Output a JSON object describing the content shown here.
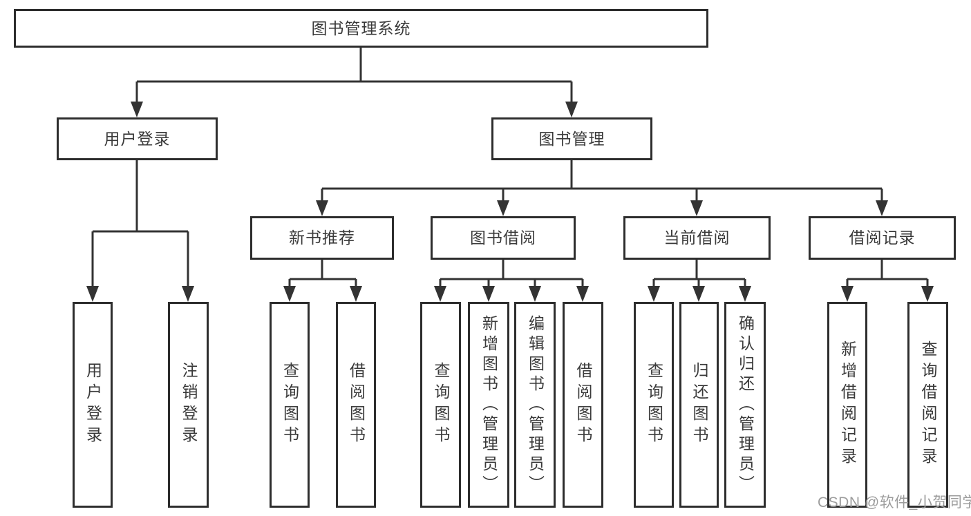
{
  "diagram": {
    "root": {
      "label": "图书管理系统"
    },
    "level2": [
      {
        "label": "用户登录"
      },
      {
        "label": "图书管理"
      }
    ],
    "level3": [
      {
        "label": "新书推荐"
      },
      {
        "label": "图书借阅"
      },
      {
        "label": "当前借阅"
      },
      {
        "label": "借阅记录"
      }
    ],
    "leaves": [
      {
        "label": "用户登录"
      },
      {
        "label": "注销登录"
      },
      {
        "label": "查询图书"
      },
      {
        "label": "借阅图书"
      },
      {
        "label": "查询图书"
      },
      {
        "label": "新增图书（管理员）"
      },
      {
        "label": "编辑图书（管理员）"
      },
      {
        "label": "借阅图书"
      },
      {
        "label": "查询图书"
      },
      {
        "label": "归还图书"
      },
      {
        "label": "确认归还（管理员）"
      },
      {
        "label": "新增借阅记录"
      },
      {
        "label": "查询借阅记录"
      }
    ]
  },
  "watermark": {
    "text": "CSDN @软件_小贺同学"
  },
  "colors": {
    "background": "#ffffff",
    "line": "#333333",
    "box_border": "#2d2d2d",
    "text": "#3a3a3a",
    "watermark": "#9c9c9c"
  }
}
